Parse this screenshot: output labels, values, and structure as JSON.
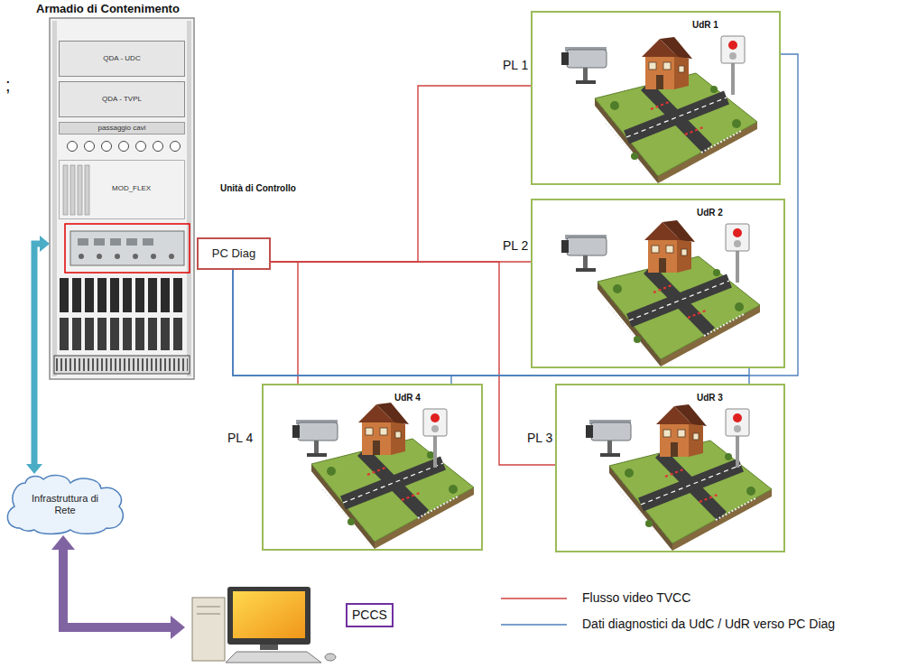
{
  "diagram": {
    "nodes": [
      {
        "text": [
          "Armadio di Contenimento"
        ]
      },
      {
        "text": [
          "QDA - UDC"
        ],
        "in": 0
      },
      {
        "text": [
          "QDA - TVPL"
        ],
        "in": 0
      },
      {
        "text": [
          "passaggio cavi"
        ],
        "in": 0
      },
      {
        "text": [
          "MOD_FLEX"
        ],
        "in": 0
      },
      {
        "text": [
          "PC Diag"
        ]
      },
      {
        "text": [
          "PL 1",
          "UdR 1"
        ]
      },
      {
        "text": [
          "PL 2",
          "UdR 2"
        ]
      },
      {
        "text": [
          "PL 4",
          "UdR 4"
        ]
      },
      {
        "text": [
          "PL 3",
          "UdR 3"
        ]
      },
      {
        "text": [
          "Infrastruttura di Rete"
        ]
      },
      {
        "text": [
          "PCCS"
        ]
      }
    ],
    "edges": [
      {
        "from": 5,
        "to": 6,
        "arrow": "none"
      },
      {
        "from": 5,
        "to": 7,
        "arrow": "none"
      },
      {
        "from": 5,
        "to": 8,
        "arrow": "none"
      },
      {
        "from": 5,
        "to": 9,
        "arrow": "none"
      },
      {
        "from": 6,
        "to": 5,
        "arrow": "none"
      },
      {
        "from": 7,
        "to": 5,
        "arrow": "none"
      },
      {
        "from": 9,
        "to": 5,
        "arrow": "none"
      },
      {
        "from": 8,
        "to": 5,
        "arrow": "none"
      },
      {
        "from": 0,
        "to": 10,
        "arrow": "both"
      },
      {
        "from": 10,
        "to": 11,
        "arrow": "both"
      }
    ],
    "labels": [
      ";",
      "Unità di Controllo"
    ],
    "legend": [
      {
        "text": "Flusso video TVCC"
      },
      {
        "text": "Dati diagnostici da UdC / UdR verso PC Diag"
      }
    ]
  }
}
